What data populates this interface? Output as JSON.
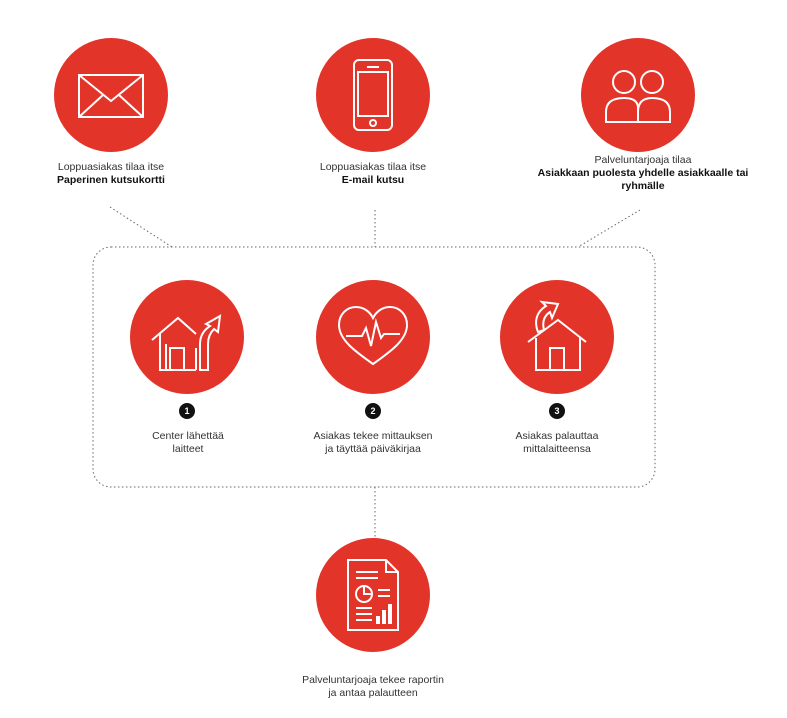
{
  "colors": {
    "accent": "#e3342a",
    "icon_line": "#ffffff",
    "badge": "#111111"
  },
  "top_options": [
    {
      "icon": "envelope-icon",
      "line1": "Loppuasiakas tilaa itse",
      "bold": "Paperinen kutsukortti"
    },
    {
      "icon": "tablet-icon",
      "line1": "Loppuasiakas tilaa itse",
      "bold": "E-mail kutsu"
    },
    {
      "icon": "people-icon",
      "line1": "Palveluntarjoaja tilaa",
      "bold": "Asiakkaan puolesta yhdelle asiakkaalle tai ryhmälle"
    }
  ],
  "steps": [
    {
      "number": "1",
      "icon": "house-arrow-icon",
      "line1": "Center lähettää",
      "line2": "laitteet"
    },
    {
      "number": "2",
      "icon": "heart-pulse-icon",
      "line1": "Asiakas tekee mittauksen",
      "line2": "ja täyttää päiväkirjaa"
    },
    {
      "number": "3",
      "icon": "house-return-icon",
      "line1": "Asiakas palauttaa",
      "line2": "mittalaitteensa"
    }
  ],
  "result": {
    "icon": "report-icon",
    "line1": "Palveluntarjoaja tekee raportin",
    "line2": "ja antaa palautteen"
  }
}
